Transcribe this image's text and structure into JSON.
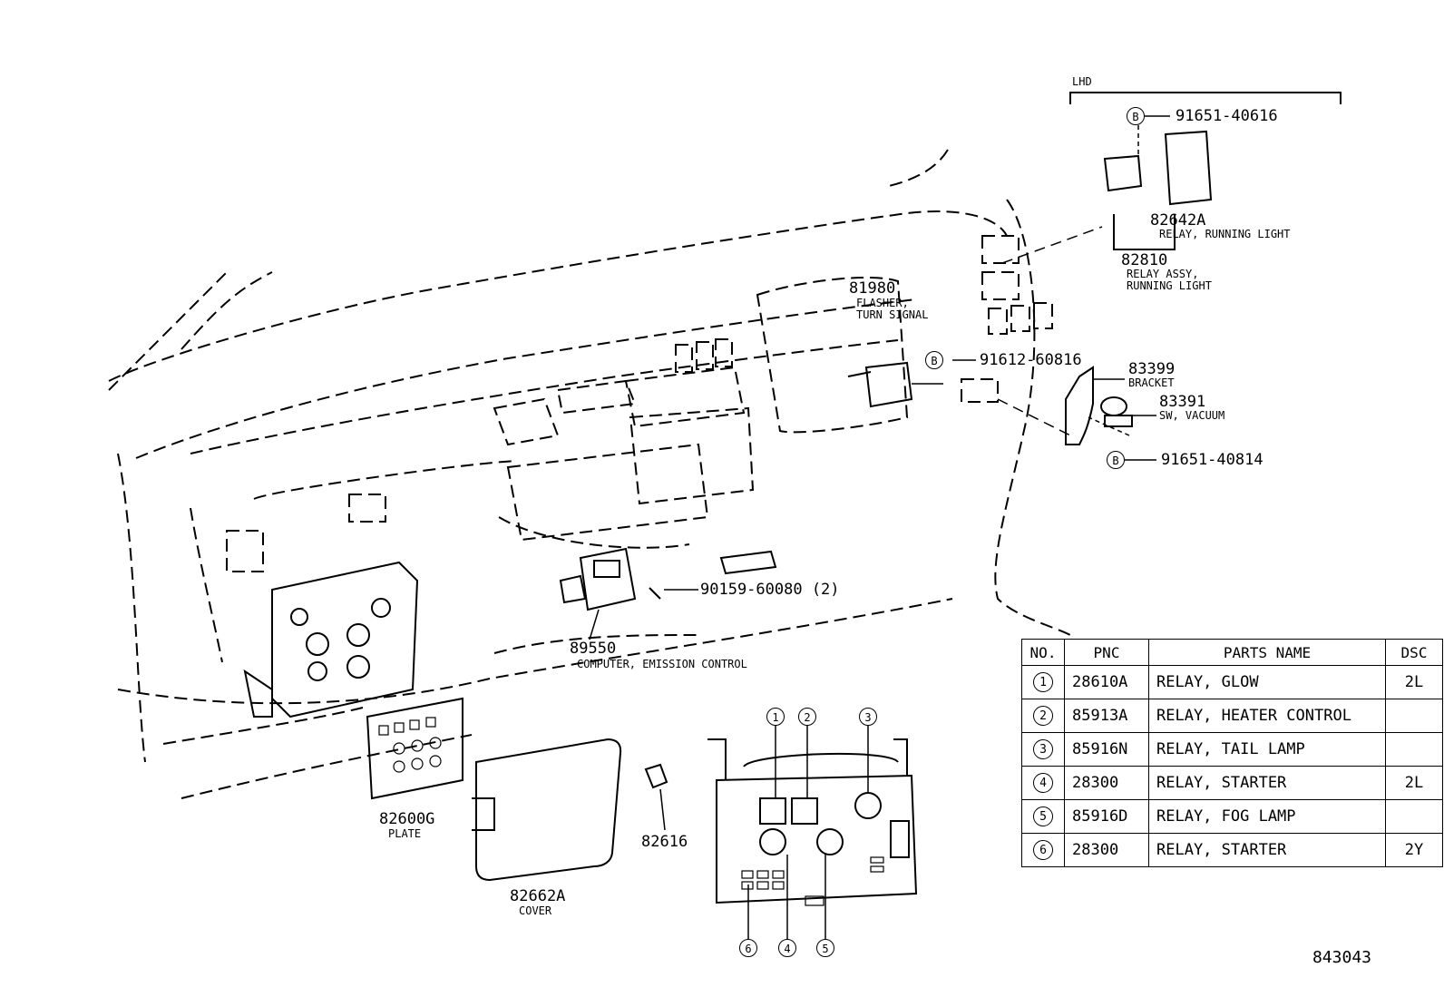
{
  "region_label": "LHD",
  "diagram_id": "843043",
  "parts": {
    "p91651_40616": {
      "number": "91651-40616",
      "mark": "B"
    },
    "p82642a": {
      "number": "82642A",
      "name": "RELAY, RUNNING LIGHT"
    },
    "p82810": {
      "number": "82810",
      "name_line1": "RELAY ASSY,",
      "name_line2": "RUNNING LIGHT"
    },
    "p81980": {
      "number": "81980",
      "name_line1": "FLASHER,",
      "name_line2": "TURN SIGNAL"
    },
    "p91612_60816": {
      "number": "91612-60816",
      "mark": "B"
    },
    "p83399": {
      "number": "83399",
      "name": "BRACKET"
    },
    "p83391": {
      "number": "83391",
      "name": "SW, VACUUM"
    },
    "p91651_40814": {
      "number": "91651-40814",
      "mark": "B"
    },
    "p90159_60080": {
      "number": "90159-60080 (2)"
    },
    "p89550": {
      "number": "89550",
      "name": "COMPUTER, EMISSION CONTROL"
    },
    "p82600g": {
      "number": "82600G",
      "name": "PLATE"
    },
    "p82662a": {
      "number": "82662A",
      "name": "COVER"
    },
    "p82616": {
      "number": "82616"
    }
  },
  "callouts": [
    "1",
    "2",
    "3",
    "4",
    "5",
    "6"
  ],
  "table": {
    "headers": [
      "NO.",
      "PNC",
      "PARTS NAME",
      "DSC"
    ],
    "rows": [
      {
        "no": "1",
        "pnc": "28610A",
        "name": "RELAY, GLOW",
        "dsc": "2L"
      },
      {
        "no": "2",
        "pnc": "85913A",
        "name": "RELAY, HEATER CONTROL",
        "dsc": ""
      },
      {
        "no": "3",
        "pnc": "85916N",
        "name": "RELAY, TAIL LAMP",
        "dsc": ""
      },
      {
        "no": "4",
        "pnc": "28300",
        "name": "RELAY, STARTER",
        "dsc": "2L"
      },
      {
        "no": "5",
        "pnc": "85916D",
        "name": "RELAY, FOG LAMP",
        "dsc": ""
      },
      {
        "no": "6",
        "pnc": "28300",
        "name": "RELAY, STARTER",
        "dsc": "2Y"
      }
    ]
  }
}
